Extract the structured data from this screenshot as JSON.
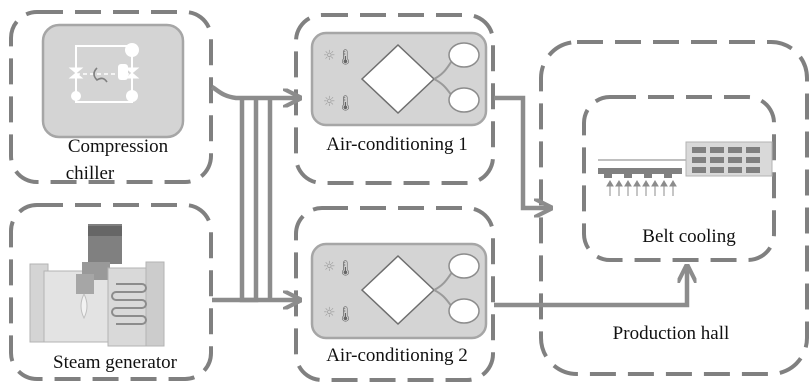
{
  "nodes": {
    "chiller": {
      "label_line1": "Compression",
      "label_line2": "chiller",
      "icon": "compression-chiller-icon"
    },
    "steam": {
      "label": "Steam generator",
      "icon": "steam-generator-icon"
    },
    "ac1": {
      "label": "Air-conditioning 1",
      "icon": "air-conditioning-unit-icon"
    },
    "ac2": {
      "label": "Air-conditioning 2",
      "icon": "air-conditioning-unit-icon"
    },
    "belt": {
      "label": "Belt cooling",
      "icon": "belt-conveyor-icon"
    },
    "hall": {
      "label": "Production hall"
    }
  },
  "colors": {
    "border": "#808080",
    "arrow": "#8c8c8c",
    "panel": "#d4d4d4",
    "panel_stroke": "#a6a6a6"
  }
}
